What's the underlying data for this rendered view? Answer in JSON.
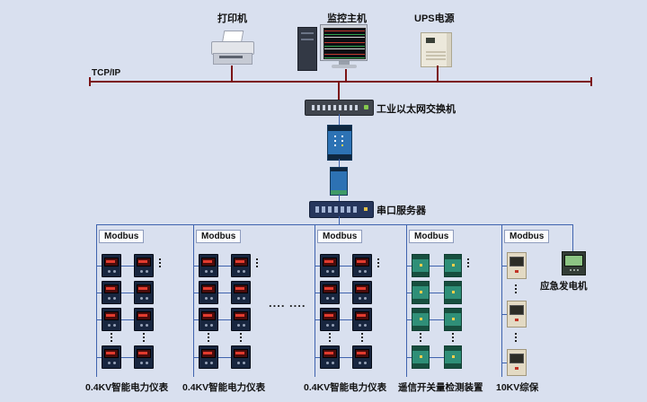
{
  "background": "#d9e0ef",
  "colors": {
    "tcpip_line": "#7c1416",
    "modbus_line": "#3f63ae",
    "label_text": "#111111"
  },
  "top": {
    "printer_label": "打印机",
    "host_label": "监控主机",
    "ups_label": "UPS电源",
    "bus_label": "TCP/IP"
  },
  "middle": {
    "switch_label": "工业以太网交换机",
    "serial_label": "串口服务器"
  },
  "groups": [
    {
      "bus_label": "Modbus",
      "bottom_label": "0.4KV智能电力仪表",
      "device": "meter"
    },
    {
      "bus_label": "Modbus",
      "bottom_label": "0.4KV智能电力仪表",
      "device": "meter"
    },
    {
      "bus_label": "Modbus",
      "bottom_label": "0.4KV智能电力仪表",
      "device": "meter"
    },
    {
      "bus_label": "Modbus",
      "bottom_label": "遥信开关量检测装置",
      "device": "io"
    },
    {
      "bus_label": "Modbus",
      "bottom_label": "10KV综保",
      "device": "relay"
    }
  ],
  "generator_label": "应急发电机",
  "ellipsis": ".... ...."
}
